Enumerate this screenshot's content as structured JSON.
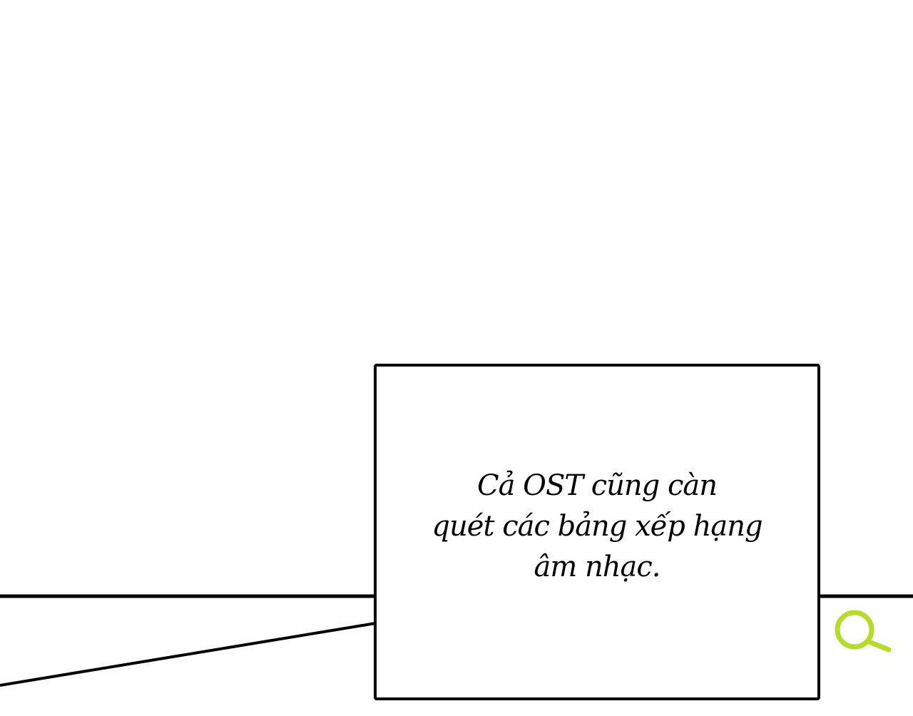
{
  "panel": {
    "caption_lines": [
      "Cả OST cũng càn",
      "quét các bảng xếp hạng",
      "âm nhạc."
    ]
  },
  "decor": {
    "icon": "search-icon",
    "icon_color": "#b5db2c",
    "line_color": "#000000"
  }
}
